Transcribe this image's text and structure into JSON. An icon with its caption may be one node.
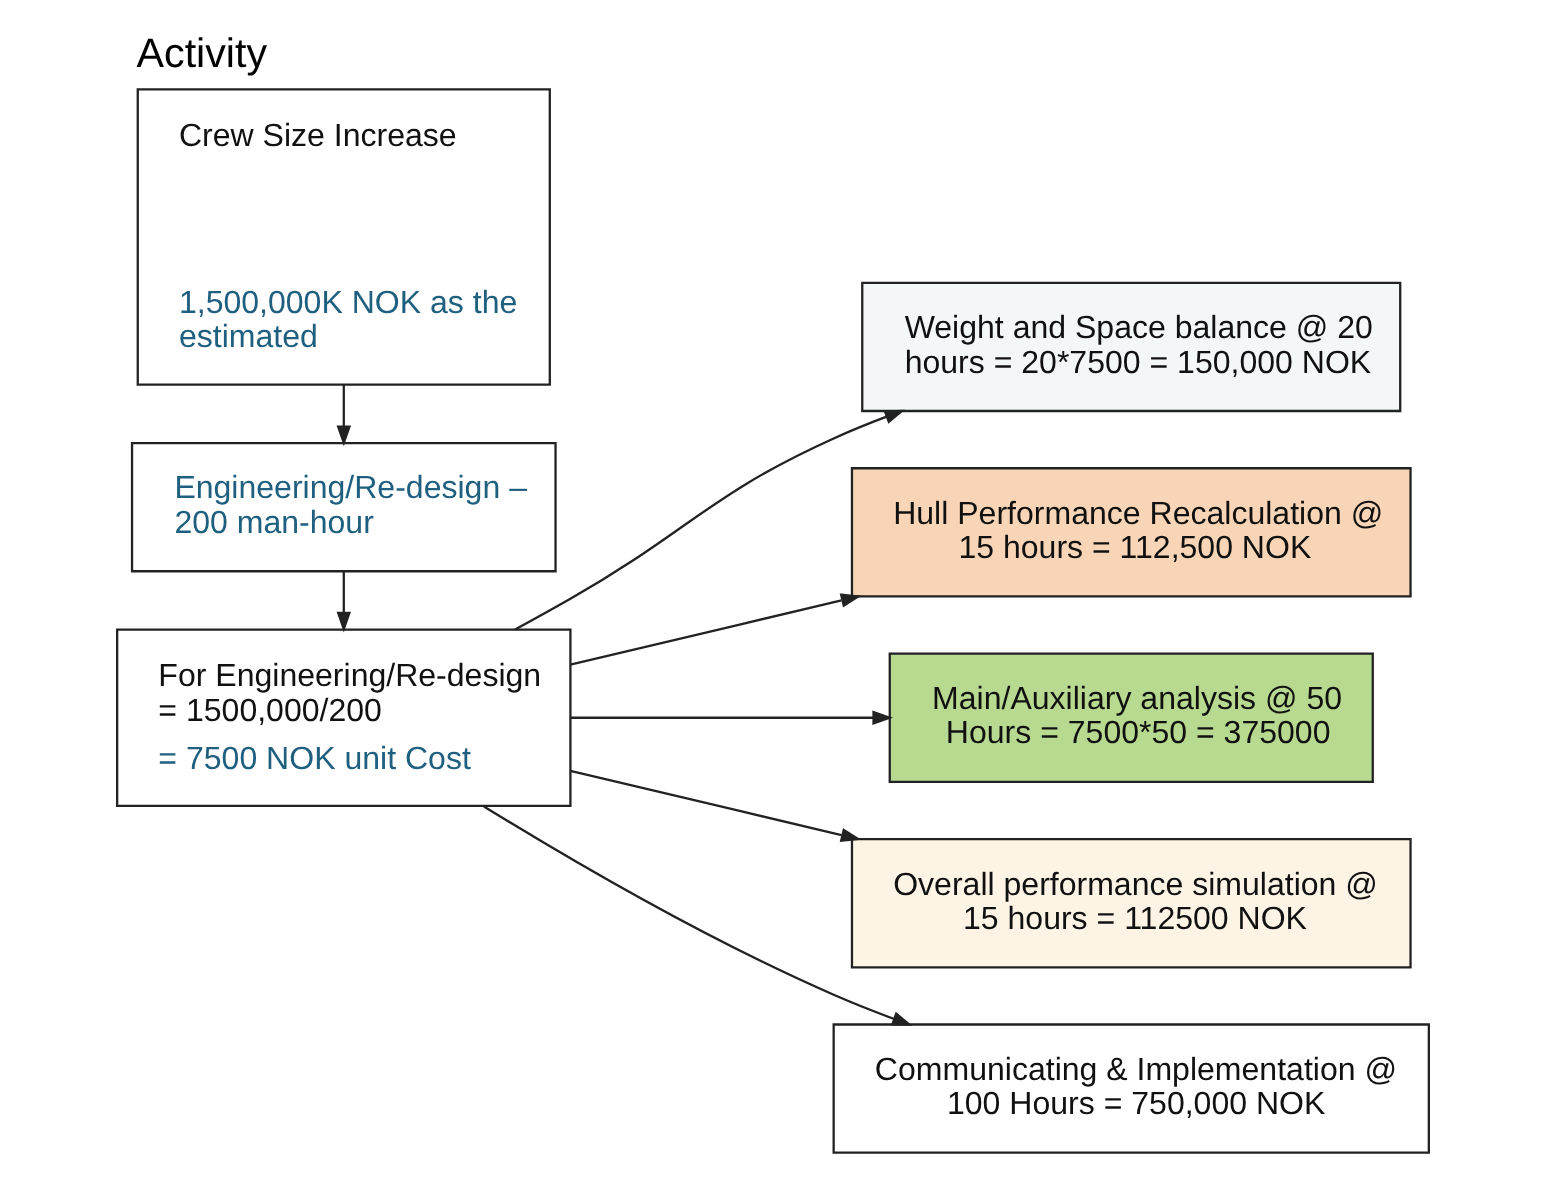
{
  "diagram": {
    "title": "Activity",
    "nodes": [
      {
        "text": [
          "Crew Size Increase",
          "1,500,000K NOK as the estimated"
        ]
      },
      {
        "text": [
          "Engineering/Re-design – 200 man-hour"
        ]
      },
      {
        "text": [
          "For Engineering/Re-design = 1500,000/200",
          "= 7500 NOK unit Cost"
        ]
      },
      {
        "text": [
          "Weight and Space balance @ 20 hours = 20*7500 = 150,000 NOK"
        ]
      },
      {
        "text": [
          "Hull Performance Recalculation @ 15 hours = 112,500 NOK"
        ]
      },
      {
        "text": [
          "Main/Auxiliary analysis @ 50 Hours = 7500*50 = 375000"
        ]
      },
      {
        "text": [
          "Overall performance simulation @ 15 hours = 112500 NOK"
        ]
      },
      {
        "text": [
          "Communicating & Implementation @ 100 Hours = 750,000 NOK"
        ]
      }
    ],
    "edges": [
      {
        "from": 0,
        "to": 1,
        "arrow": "to"
      },
      {
        "from": 1,
        "to": 2,
        "arrow": "to"
      },
      {
        "from": 2,
        "to": 3,
        "arrow": "to"
      },
      {
        "from": 2,
        "to": 4,
        "arrow": "to"
      },
      {
        "from": 2,
        "to": 5,
        "arrow": "to"
      },
      {
        "from": 2,
        "to": 6,
        "arrow": "to"
      },
      {
        "from": 2,
        "to": 7,
        "arrow": "to"
      }
    ]
  }
}
